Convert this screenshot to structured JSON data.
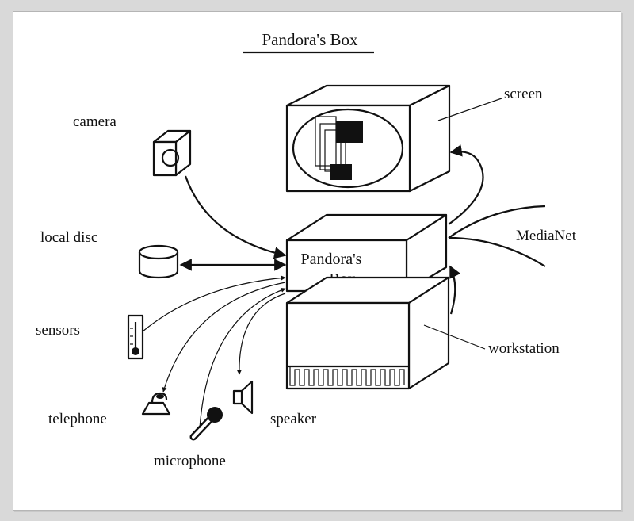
{
  "title": "Pandora's Box",
  "box": {
    "line1": "Pandora's",
    "line2": "Box"
  },
  "labels": {
    "camera": "camera",
    "local_disc": "local disc",
    "sensors": "sensors",
    "telephone": "telephone",
    "microphone": "microphone",
    "speaker": "speaker",
    "screen": "screen",
    "medianet": "MediaNet",
    "workstation": "workstation"
  }
}
